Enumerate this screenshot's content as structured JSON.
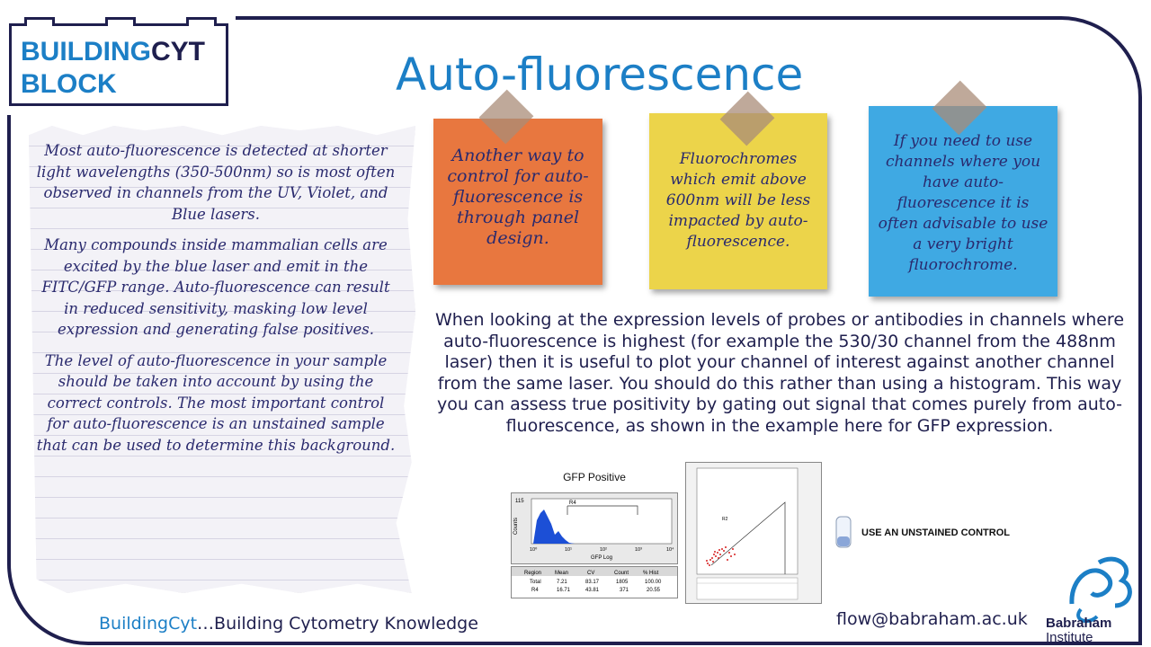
{
  "logo": {
    "part1": "BUILDING",
    "part2": "CYT",
    "part3": "BLOCK"
  },
  "title": "Auto-fluorescence",
  "paper": {
    "paragraphs": [
      "Most auto-fluorescence is detected at shorter light wavelengths (350-500nm) so is most often observed in channels from the UV, Violet, and Blue lasers.",
      "Many compounds inside mammalian cells are excited by the blue laser and emit in the FITC/GFP range. Auto-fluorescence can result in reduced sensitivity, masking low level expression and generating false positives.",
      "The level of auto-fluorescence in your sample should be taken into account by using the correct controls. The most important control for auto-fluorescence is an unstained sample that can be used to determine this background."
    ]
  },
  "notes": [
    {
      "text": "Another way to control for auto-fluorescence is through panel design.",
      "color": "#e8773f"
    },
    {
      "text": "Fluorochromes which emit above 600nm will be less impacted by auto-fluorescence.",
      "color": "#ecd44a"
    },
    {
      "text": "If you need to use channels where you have auto-fluorescence it is often advisable to use a very bright fluorochrome.",
      "color": "#3fa9e3"
    }
  ],
  "main_text": "When looking at the expression levels of probes or antibodies in channels where auto-fluorescence is highest (for example the 530/30 channel from the 488nm laser) then it is useful to plot your channel of interest against another channel from the same laser. You should do this rather than using a histogram. This way you can assess true positivity by gating out signal that comes purely from auto-fluorescence, as shown in the example here for GFP expression.",
  "histogram": {
    "title": "GFP  Positive",
    "gate_label": "R4",
    "y_label": "Counts",
    "y_max": "115",
    "x_label": "GFP Log",
    "x_ticks": [
      "10⁰",
      "10¹",
      "10²",
      "10³",
      "10⁴"
    ],
    "table_headers": [
      "Region",
      "Mean",
      "CV",
      "Count",
      "% Hist"
    ],
    "table_rows": [
      [
        "Total",
        "7.21",
        "83.17",
        "1805",
        "100.00"
      ],
      [
        "R4",
        "16.71",
        "43.81",
        "371",
        "20.55"
      ]
    ]
  },
  "scatter": {
    "gate_label": "R2"
  },
  "tube_label": "USE AN UNSTAINED CONTROL",
  "footer": {
    "brand": "BuildingCyt",
    "tagline": "…Building Cytometry Knowledge",
    "email": "flow@babraham.ac.uk"
  },
  "institute": {
    "line1": "Babraham",
    "line2": "Institute"
  },
  "colors": {
    "navy": "#1f1f4e",
    "blue": "#1c7fc6"
  }
}
